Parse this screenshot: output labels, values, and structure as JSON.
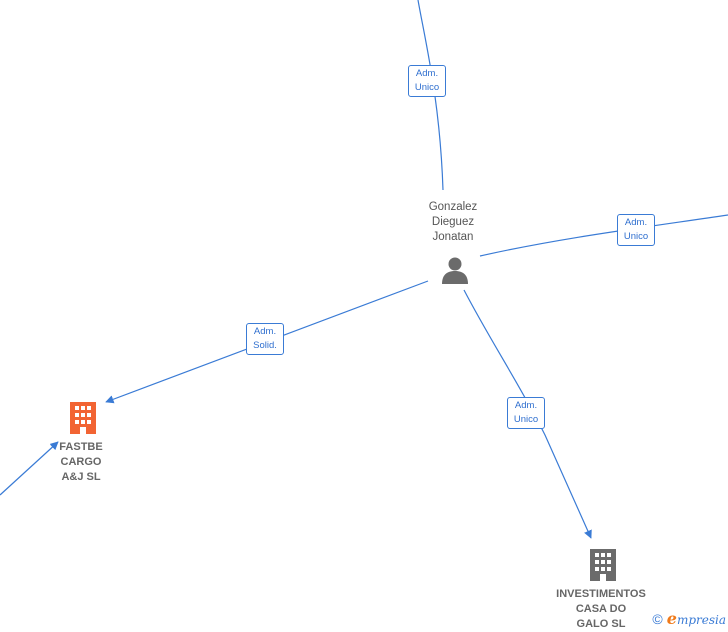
{
  "nodes": {
    "person": {
      "lines": [
        "Gonzalez",
        "Dieguez",
        "Jonatan"
      ],
      "icon": "person-icon"
    },
    "company_fastbe": {
      "lines": [
        "FASTBE",
        "CARGO",
        "A&J SL"
      ],
      "icon": "building-icon",
      "color": "#f26433"
    },
    "company_investimentos": {
      "lines": [
        "INVESTIMENTOS",
        "CASA DO",
        "GALO SL"
      ],
      "icon": "building-icon",
      "color": "#666666"
    }
  },
  "edges": [
    {
      "id": "top",
      "label": [
        "Adm.",
        "Unico"
      ]
    },
    {
      "id": "right",
      "label": [
        "Adm.",
        "Unico"
      ]
    },
    {
      "id": "fastbe",
      "label": [
        "Adm.",
        "Solid."
      ]
    },
    {
      "id": "investimentos",
      "label": [
        "Adm.",
        "Unico"
      ]
    }
  ],
  "colors": {
    "edge": "#3a7bd5",
    "accent": "#f26433",
    "neutral": "#666666"
  },
  "watermark": {
    "symbol": "©",
    "brand_initial": "e",
    "brand_rest": "mpresia"
  }
}
